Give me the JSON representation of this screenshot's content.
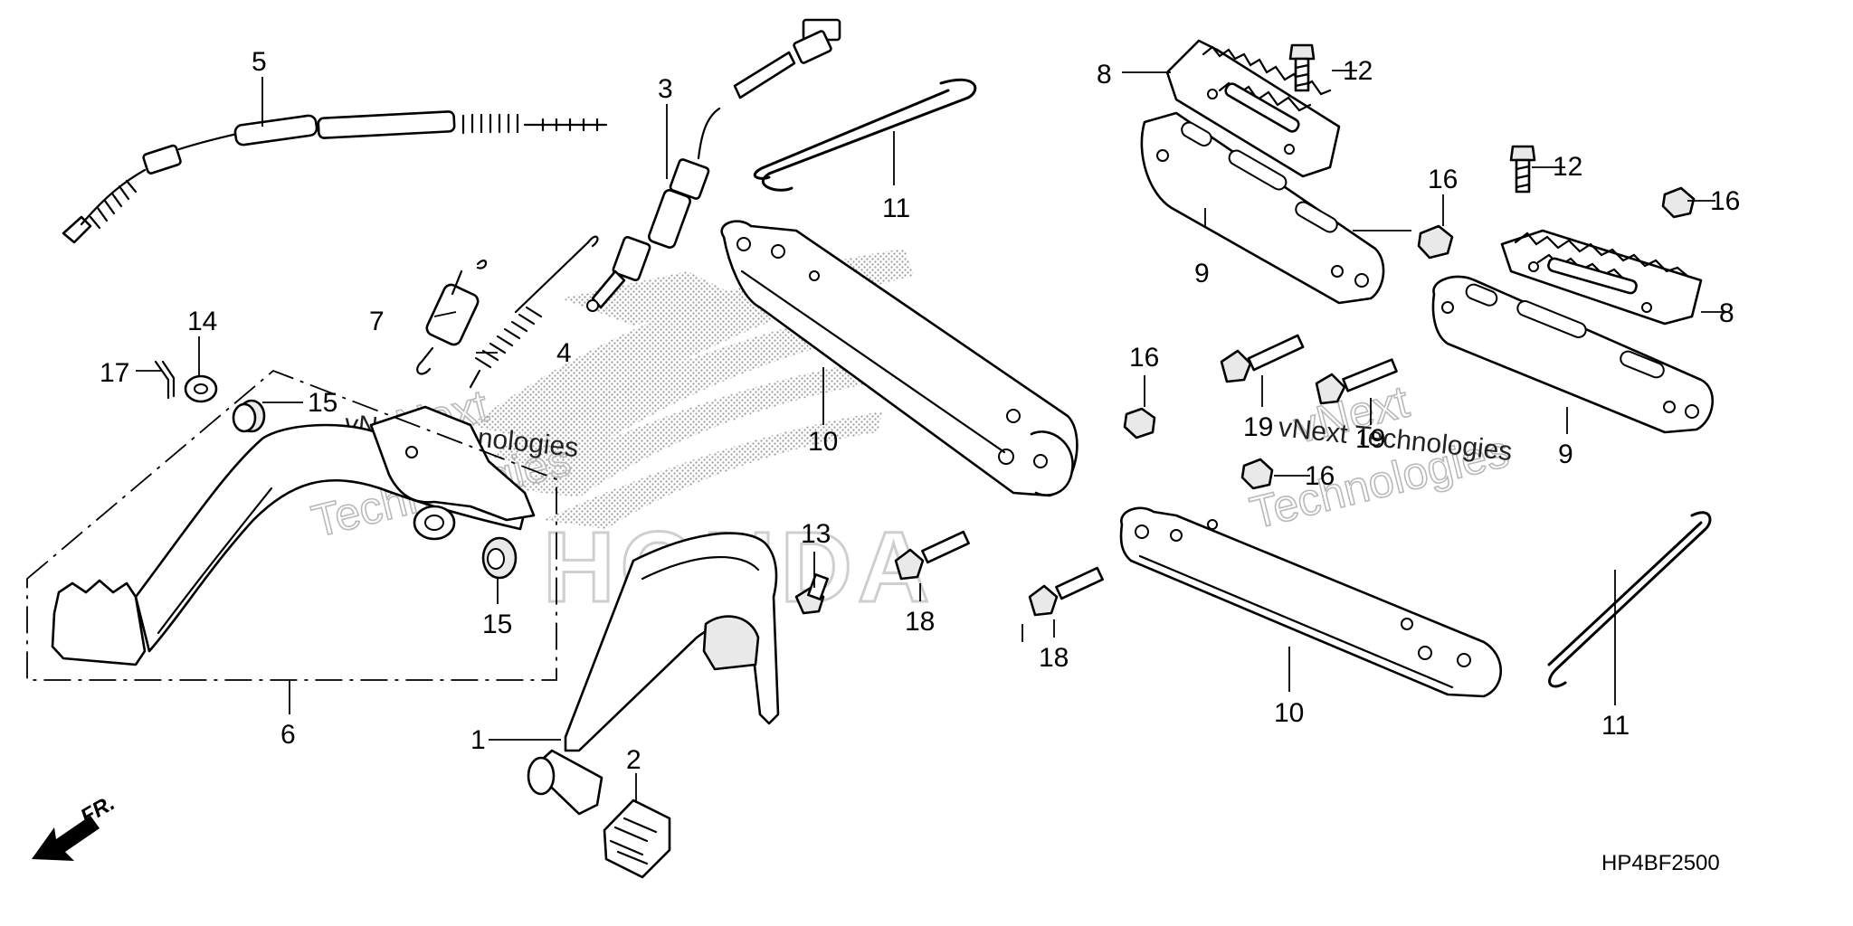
{
  "diagram_code": "HP4BF2500",
  "direction_label": "FR.",
  "watermark": {
    "brand_line1": "vNext",
    "brand_line2": "Technologies",
    "brand_small": "vNext Technologies",
    "logo_letters": "HONDA"
  },
  "callouts": {
    "c1": "1",
    "c2": "2",
    "c3": "3",
    "c4": "4",
    "c5": "5",
    "c6": "6",
    "c7": "7",
    "c8a": "8",
    "c8b": "8",
    "c9a": "9",
    "c9b": "9",
    "c10a": "10",
    "c10b": "10",
    "c11a": "11",
    "c11b": "11",
    "c12a": "12",
    "c12b": "12",
    "c13": "13",
    "c14": "14",
    "c15a": "15",
    "c15b": "15",
    "c16a": "16",
    "c16b": "16",
    "c16c": "16",
    "c16d": "16",
    "c17": "17",
    "c18a": "18",
    "c18b": "18",
    "c19a": "19",
    "c19b": "19"
  }
}
